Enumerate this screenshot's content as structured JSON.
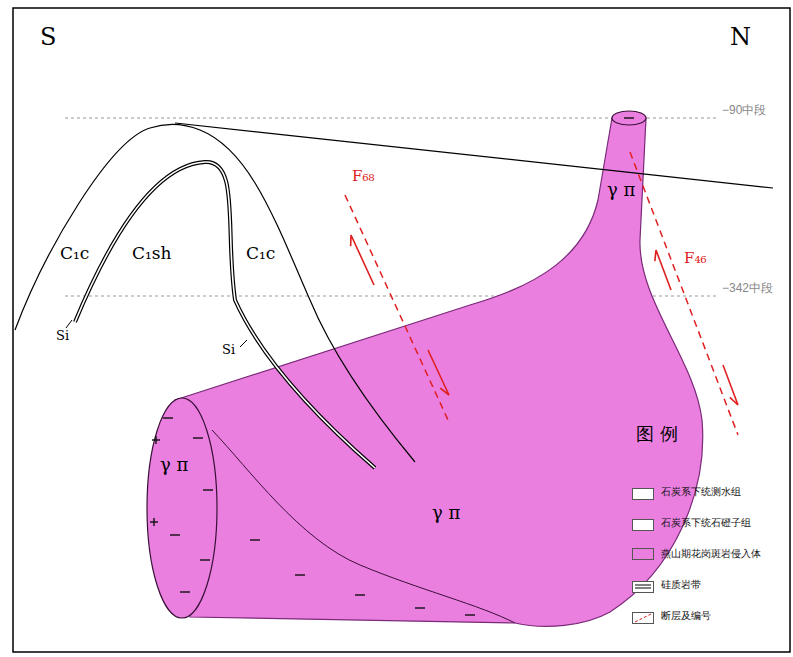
{
  "diagram": {
    "labels": [
      "S",
      "N",
      "−90中段",
      "−342中段",
      "C₁c",
      "C₁sh",
      "C₁c",
      "Si",
      "Si",
      "γ π",
      "γ π",
      "γ π",
      "F₆₈",
      "F₄₆",
      "图 例"
    ],
    "legend": [
      {
        "text": "石炭系下统测水组"
      },
      {
        "text": "石炭系下统石磴子组"
      },
      {
        "text": "燕山期花岗斑岩侵入体",
        "color": "#ea7fe0"
      },
      {
        "text": "硅质岩带"
      },
      {
        "text": "断层及编号"
      }
    ]
  }
}
